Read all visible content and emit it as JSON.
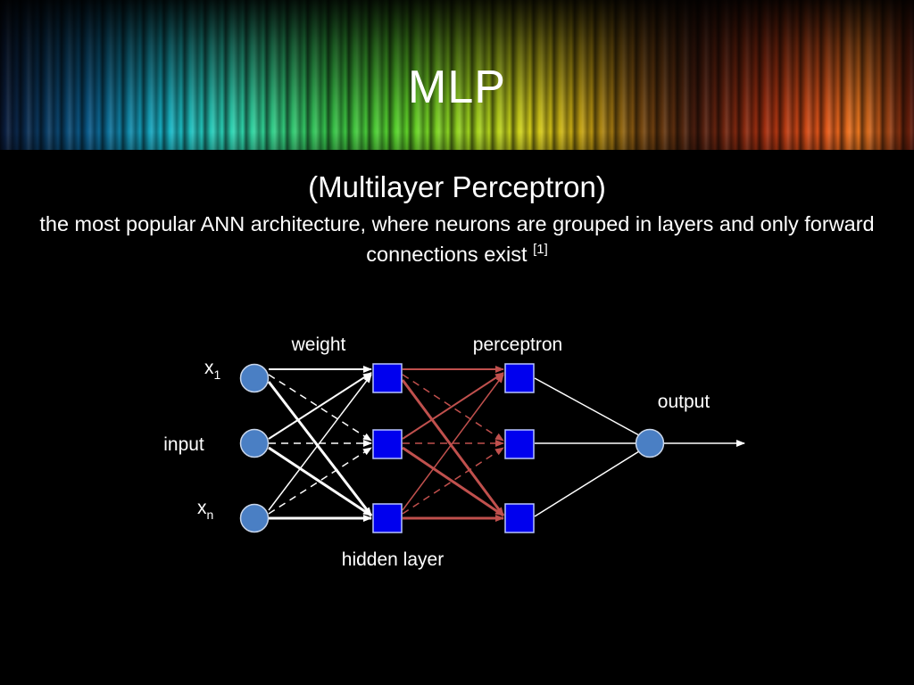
{
  "slide": {
    "title": "MLP",
    "subtitle": "(Multilayer Perceptron)",
    "description": "the most popular ANN architecture, where neurons are grouped in layers and only forward connections exist",
    "citation": "[1]"
  },
  "diagram": {
    "labels": {
      "weight": "weight",
      "perceptron": "perceptron",
      "output": "output",
      "input": "input",
      "hidden_layer": "hidden layer",
      "x1_base": "x",
      "x1_sub": "1",
      "xn_base": "x",
      "xn_sub": "n"
    },
    "colors": {
      "input_node": "#4a7fc4",
      "hidden_node": "#0000ee",
      "white_connection": "#ffffff",
      "red_connection": "#c0504d"
    }
  }
}
